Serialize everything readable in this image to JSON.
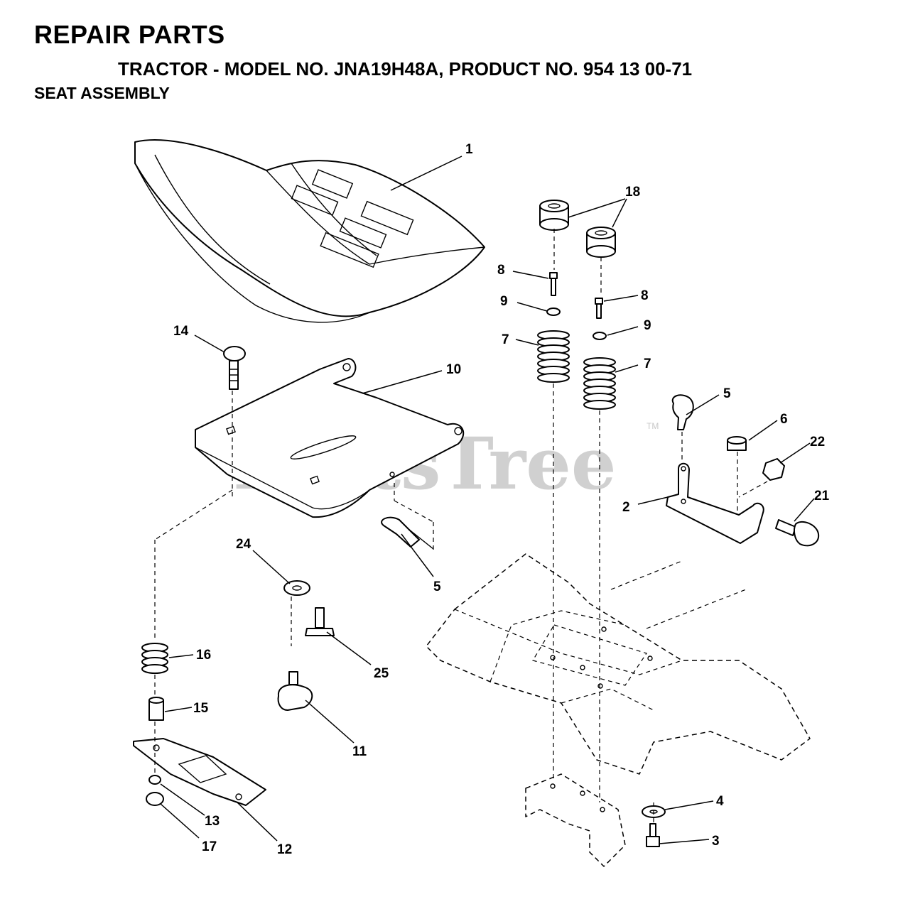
{
  "header": {
    "title": "REPAIR PARTS",
    "subtitle": "TRACTOR - MODEL NO. JNA19H48A, PRODUCT NO. 954 13 00-71",
    "section": "SEAT ASSEMBLY"
  },
  "watermark": {
    "text": "PartsTree",
    "trademark": "TM"
  },
  "callouts": [
    {
      "id": "c1",
      "label": "1"
    },
    {
      "id": "c18",
      "label": "18"
    },
    {
      "id": "c8a",
      "label": "8"
    },
    {
      "id": "c8b",
      "label": "8"
    },
    {
      "id": "c9a",
      "label": "9"
    },
    {
      "id": "c9b",
      "label": "9"
    },
    {
      "id": "c7a",
      "label": "7"
    },
    {
      "id": "c7b",
      "label": "7"
    },
    {
      "id": "c14",
      "label": "14"
    },
    {
      "id": "c10",
      "label": "10"
    },
    {
      "id": "c5a",
      "label": "5"
    },
    {
      "id": "c5b",
      "label": "5"
    },
    {
      "id": "c6",
      "label": "6"
    },
    {
      "id": "c22",
      "label": "22"
    },
    {
      "id": "c2",
      "label": "2"
    },
    {
      "id": "c21",
      "label": "21"
    },
    {
      "id": "c24",
      "label": "24"
    },
    {
      "id": "c16",
      "label": "16"
    },
    {
      "id": "c25",
      "label": "25"
    },
    {
      "id": "c15",
      "label": "15"
    },
    {
      "id": "c11",
      "label": "11"
    },
    {
      "id": "c13",
      "label": "13"
    },
    {
      "id": "c17",
      "label": "17"
    },
    {
      "id": "c12",
      "label": "12"
    },
    {
      "id": "c4",
      "label": "4"
    },
    {
      "id": "c3",
      "label": "3"
    }
  ]
}
